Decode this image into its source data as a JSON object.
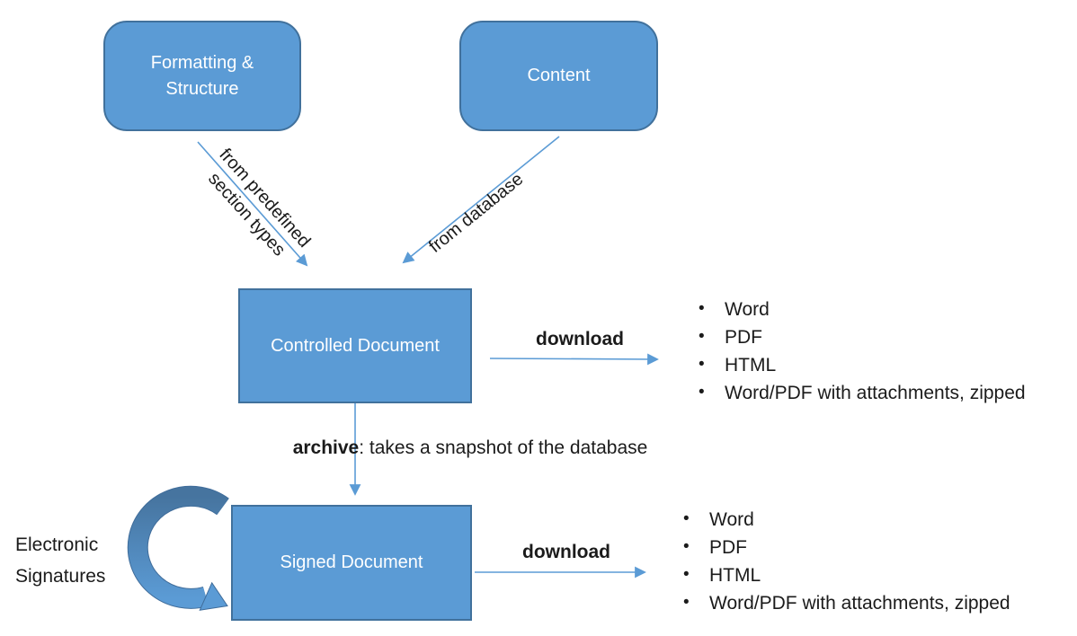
{
  "nodes": {
    "formatting_structure": "Formatting &\nStructure",
    "content": "Content",
    "controlled_document": "Controlled Document",
    "signed_document": "Signed Document"
  },
  "edge_labels": {
    "from_predefined": "from predefined\nsection types",
    "from_database": "from database",
    "download_top": "download",
    "download_bottom": "download",
    "archive_keyword": "archive",
    "archive_rest": ": takes a snapshot of the database"
  },
  "annotations": {
    "electronic_signatures": "Electronic\nSignatures"
  },
  "download_formats": [
    "Word",
    "PDF",
    "HTML",
    "Word/PDF with attachments, zipped"
  ],
  "colors": {
    "node_fill": "#5B9BD5",
    "node_border": "#41719C",
    "node_text": "#FFFFFF",
    "connector": "#5B9BD5",
    "curved_arrow_dark": "#46749F",
    "curved_arrow_light": "#5B9BD5",
    "text": "#1B1B1B",
    "background": "#FFFFFF"
  }
}
